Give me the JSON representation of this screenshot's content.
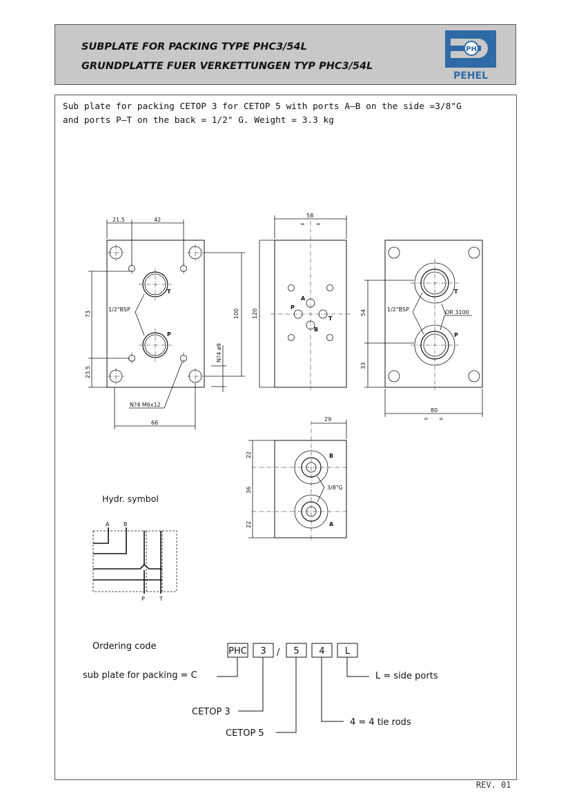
{
  "header": {
    "title_en": "SUBPLATE FOR PACKING TYPE PHC3/54L",
    "title_de": "GRUNDPLATTE FUER VERKETTUNGEN TYP PHC3/54L",
    "logo_text": "PEHEL",
    "logo_mark": "PH"
  },
  "description": {
    "line1": "Sub plate for packing CETOP 3 for CETOP 5 with ports A–B on the side =3/8\"G",
    "line2": "and ports P–T on the back = 1/2\" G.  Weight = 3.3 kg"
  },
  "front_view": {
    "dim_top_left": "21.5",
    "dim_top_right": "42",
    "dim_left_73": "73",
    "dim_left_23": "23.5",
    "dim_bottom": "66",
    "dim_100": "100",
    "dim_120": "120",
    "dim_holes": "N?4 ø9",
    "bsp_label": "1/2\"BSP",
    "port_t": "T",
    "port_p": "P",
    "screws": "N?4  M6x12"
  },
  "middle_view": {
    "dim_58": "58",
    "eq": "=",
    "port_a": "A",
    "port_b": "B",
    "port_p": "P",
    "port_t": "T"
  },
  "right_view": {
    "dim_54": "54",
    "dim_33": "33",
    "dim_80": "80",
    "bsp_label": "1/2\"BSP",
    "or_label": "OR 3100",
    "port_t": "T",
    "port_p": "P"
  },
  "side_view": {
    "dim_29": "29",
    "dim_22a": "22",
    "dim_36": "36",
    "dim_22b": "22",
    "thread": "3/8\"G",
    "port_b": "B",
    "port_a": "A"
  },
  "hydraulic": {
    "title": "Hydr. symbol",
    "a": "A",
    "b": "B",
    "p": "P",
    "t": "T"
  },
  "ordering": {
    "title": "Ordering code",
    "boxes": [
      "PHC",
      "3",
      "5",
      "4",
      "L"
    ],
    "slash": "/",
    "sub_plate": "sub plate for packing = C",
    "cetop3": "CETOP 3",
    "cetop5": "CETOP 5",
    "side_ports": "L = side  ports",
    "tie_rods": "4  = 4 tie rods"
  },
  "revision": "REV. 01",
  "colors": {
    "header_bg": "#c8c8c8",
    "logo_blue": "#2f6aa6"
  }
}
